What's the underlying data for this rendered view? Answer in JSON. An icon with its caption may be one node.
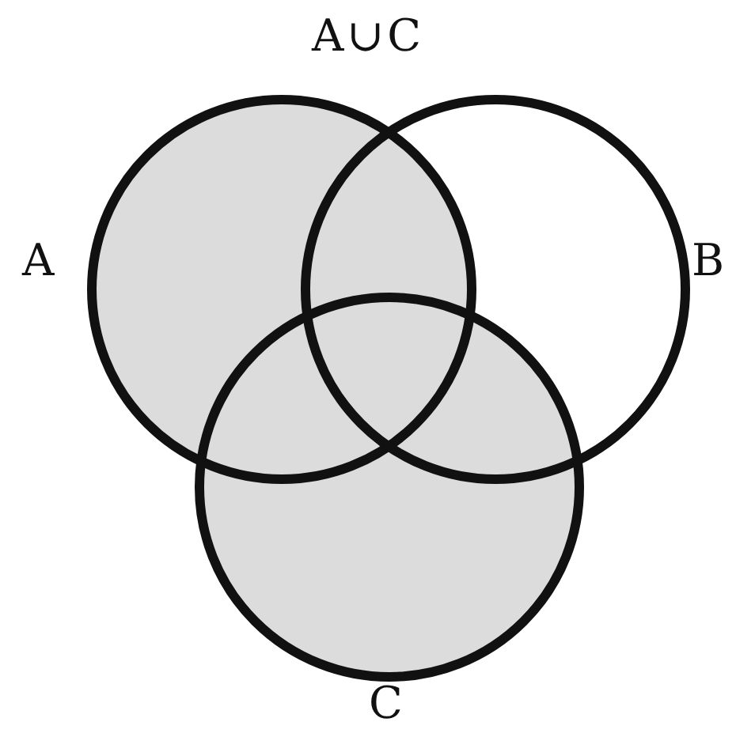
{
  "diagram": {
    "title": "A∪C",
    "nodes": [
      {
        "text": [
          "A"
        ]
      },
      {
        "text": [
          "B"
        ]
      },
      {
        "text": [
          "C"
        ]
      }
    ]
  }
}
